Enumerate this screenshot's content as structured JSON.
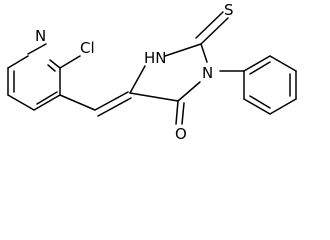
{
  "molecule": {
    "atoms": {
      "pyridine_n": "N",
      "chlorine": "Cl",
      "sulfur": "S",
      "imidazolidine_nh": "HN",
      "imidazolidine_n": "N",
      "carbonyl_o": "O"
    },
    "colors": {
      "bond": "#000000",
      "label": "#000000",
      "background": "#ffffff"
    }
  }
}
